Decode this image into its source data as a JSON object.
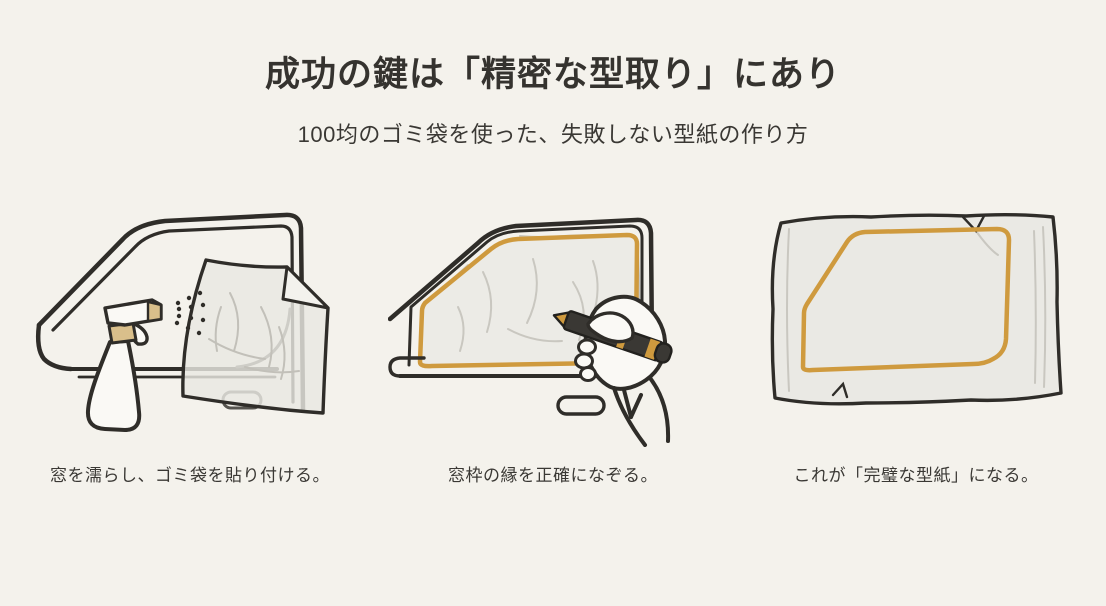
{
  "header": {
    "title": "成功の鍵は「精密な型取り」にあり",
    "subtitle": "100均のゴミ袋を使った、失敗しない型紙の作り方"
  },
  "steps": [
    {
      "caption": "窓を濡らし、ゴミ袋を貼り付ける。",
      "illustration": "spray-bottle-wetting-car-window-with-plastic-bag"
    },
    {
      "caption": "窓枠の縁を正確になぞる。",
      "illustration": "hand-tracing-window-frame-edge-with-marker"
    },
    {
      "caption": "これが「完璧な型紙」になる。",
      "illustration": "finished-template-outline-on-plastic-bag"
    }
  ],
  "colors": {
    "background": "#f4f2ec",
    "ink": "#2f2d29",
    "accent_orange": "#cf9a3e",
    "tan": "#d9bf8b",
    "bag_fill": "#eae9e4"
  }
}
